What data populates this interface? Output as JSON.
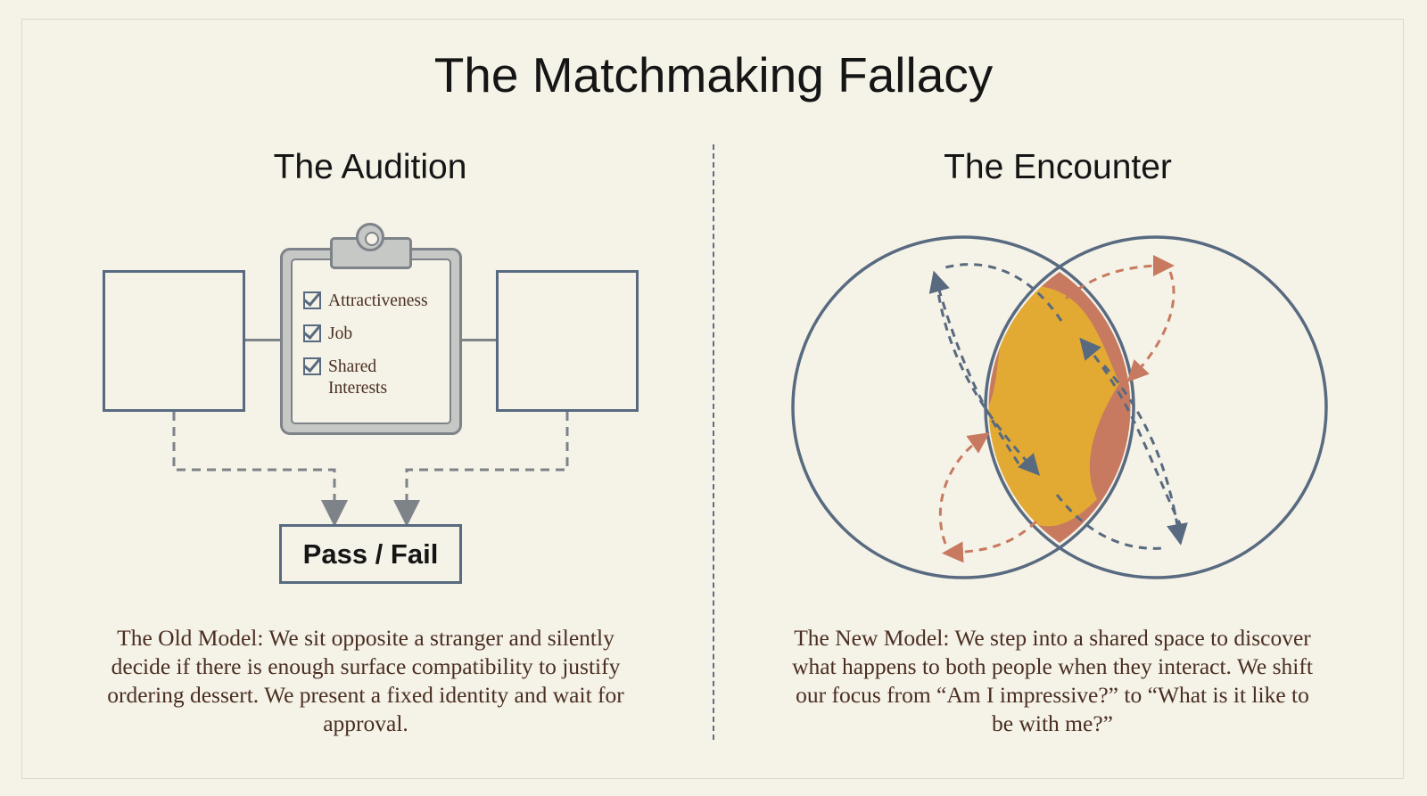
{
  "title": "The Matchmaking Fallacy",
  "left": {
    "heading": "The Audition",
    "checklist": [
      "Attractiveness",
      "Job",
      "Shared Interests"
    ],
    "result_label": "Pass / Fail",
    "description": "The Old Model: We sit opposite a stranger and silently decide if there is enough surface compatibility to justify ordering dessert. We present a fixed identity and wait for approval."
  },
  "right": {
    "heading": "The Encounter",
    "description": "The New Model: We step into a shared space to discover what happens to both people when they interact. We shift our focus from “Am I impressive?” to “What is it like to be with me?”"
  },
  "colors": {
    "background": "#f5f2e7",
    "slate": "#586a80",
    "gray": "#7d8388",
    "terracotta": "#c87a60",
    "gold": "#e3aa33",
    "brown_text": "#4a2e22"
  },
  "icons": [
    "clipboard-icon",
    "checkbox-icon",
    "arrow-icon"
  ]
}
